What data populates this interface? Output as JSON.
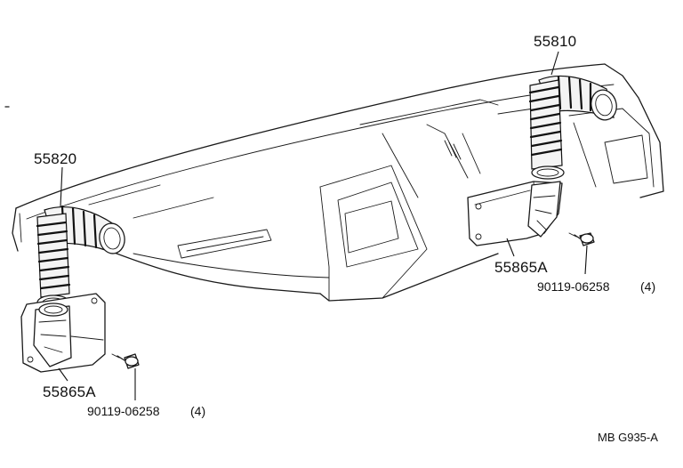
{
  "labels": {
    "duct_right": "55810",
    "duct_left": "55820",
    "bracket_right": "55865A",
    "bracket_left": "55865A",
    "screw_right": "90119-06258",
    "screw_right_qty": "(4)",
    "screw_left": "90119-06258",
    "screw_left_qty": "(4)",
    "figure_code": "MB G935-A"
  }
}
